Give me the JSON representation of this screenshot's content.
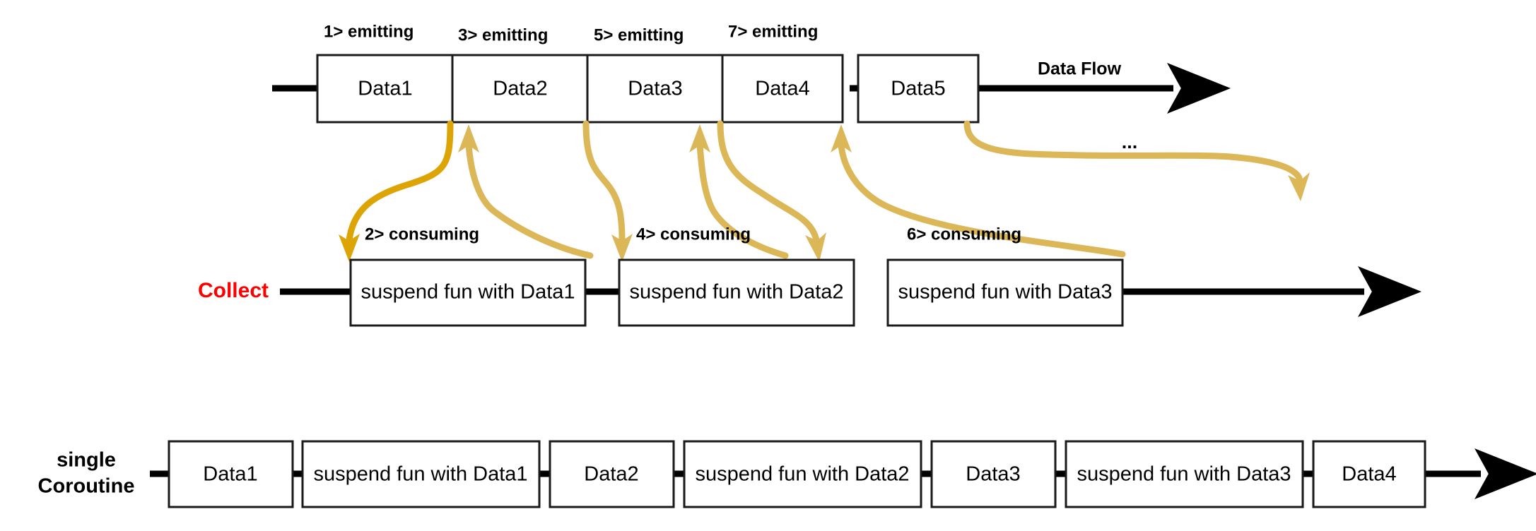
{
  "diagram": {
    "title_hidden": "Kotlin Flow emit / collect sequence diagram",
    "colors": {
      "box_border": "#1a1a1a",
      "line_black": "#000000",
      "curve_gold_dark": "#DDA406",
      "curve_gold_light": "#DCB757",
      "collect_label": "#ff0000",
      "background": "#ffffff"
    },
    "flow_row": {
      "row_name": "data-flow-row",
      "flow_label": "Data Flow",
      "ellipsis": "...",
      "step_labels": [
        "1> emitting",
        "3> emitting",
        "5> emitting",
        "7> emitting"
      ],
      "boxes": [
        "Data1",
        "Data2",
        "Data3",
        "Data4",
        "Data5"
      ]
    },
    "collect_row": {
      "row_name": "collect-row",
      "row_label": "Collect",
      "step_labels": [
        "2> consuming",
        "4> consuming",
        "6> consuming"
      ],
      "boxes": [
        "suspend fun with Data1",
        "suspend fun with Data2",
        "suspend fun with Data3"
      ]
    },
    "coroutine_row": {
      "row_name": "single-coroutine-row",
      "row_label_line1": "single",
      "row_label_line2": "Coroutine",
      "boxes": [
        "Data1",
        "suspend fun with Data1",
        "Data2",
        "suspend fun with Data2",
        "Data3",
        "suspend fun with Data3",
        "Data4"
      ]
    }
  }
}
